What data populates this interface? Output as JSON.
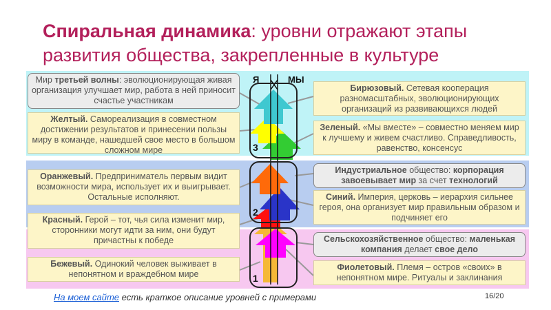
{
  "title": {
    "bold": "Спиральная динамика",
    "rest": ": уровни отражают этапы развития общества, закрепленные в культуре"
  },
  "headers": {
    "left": "Я",
    "right": "МЫ"
  },
  "levels": {
    "third_wave": {
      "pre": "Мир ",
      "bold": "третьей волны",
      "text": ": эволюционирующая живая организация улучшает мир, работа в ней приносит счастье участникам"
    },
    "turquoise": {
      "bold": "Бирюзовый.",
      "text": " Сетевая кооперация разномасштабных, эволюционирующих организаций из развивающихся людей"
    },
    "yellow": {
      "bold": "Желтый.",
      "text": " Самореализация в совместном достижении результатов и принесении пользы миру в команде, нашедшей свое место в большом сложном мире"
    },
    "green": {
      "bold": "Зеленый.",
      "text": " «Мы вместе» – совместно меняем мир к лучшему и живем счастливо. Справедливость, равенство, консенсус"
    },
    "industrial": {
      "bold1": "Индустриальное",
      "t1": " общество: ",
      "bold2": "корпорация завоевывает мир",
      "t2": " за счет ",
      "bold3": "технологий"
    },
    "orange": {
      "bold": "Оранжевый.",
      "text": " Предприниматель первым видит возможности мира, использует их и выигрывает. Остальные исполняют."
    },
    "blue": {
      "bold": "Синий.",
      "text": " Империя, церковь – иерархия сильнее героя, она организует мир правильным образом и подчиняет его"
    },
    "red": {
      "bold": "Красный.",
      "text": " Герой – тот, чья сила изменит мир, сторонники могут идти за ним, они будут причастны к победе"
    },
    "agricultural": {
      "bold1": "Сельскохозяйственное",
      "t1": " общество: ",
      "bold2": "маленькая компания",
      "t2": " делает ",
      "bold3": "свое дело"
    },
    "beige": {
      "bold": "Бежевый.",
      "text": " Одинокий человек выживает в непонятном и враждебном мире"
    },
    "violet": {
      "bold": "Фиолетовый.",
      "text": " Племя – остров «своих» в непонятном мире. Ритуалы и заклинания"
    }
  },
  "stage_numbers": [
    "1",
    "2",
    "3"
  ],
  "colors": {
    "title": "#b3205b",
    "beige": "#f5b836",
    "magenta": "#ff00ff",
    "red": "#ff1010",
    "blue": "#2a34c8",
    "orange": "#ff6a0a",
    "green": "#33cc33",
    "yellow": "#ffff00",
    "turquoise": "#3fc8d0"
  },
  "footer": {
    "link": "На моем сайте",
    "text": " есть краткое описание уровней с примерами"
  },
  "page_number": "16/20"
}
